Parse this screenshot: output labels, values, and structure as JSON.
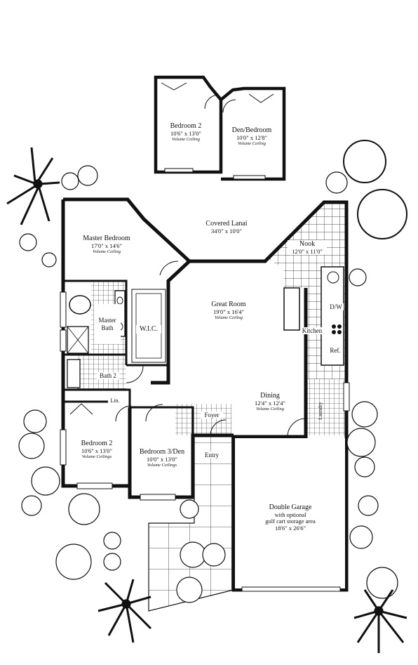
{
  "rooms": {
    "bedroom2_upper": {
      "name": "Bedroom 2",
      "dims": "10'6\" x 13'0\"",
      "note": "Volume Ceiling"
    },
    "den_bedroom": {
      "name": "Den/Bedroom",
      "dims": "10'0\" x 12'8\"",
      "note": "Volume Ceiling"
    },
    "covered_lanai": {
      "name": "Covered Lanai",
      "dims": "34'0\" x 10'0\""
    },
    "master_bedroom": {
      "name": "Master Bedroom",
      "dims": "17'0\" x 14'6\"",
      "note": "Volume Ceiling"
    },
    "nook": {
      "name": "Nook",
      "dims": "12'0\" x 11'0\""
    },
    "great_room": {
      "name": "Great Room",
      "dims": "19'0\" x 16'4\"",
      "note": "Volume Ceiling"
    },
    "master_bath": {
      "name": "Master\nBath"
    },
    "wic": {
      "name": "W.I.C."
    },
    "kitchen": {
      "name": "Kitchen"
    },
    "dw": {
      "name": "D/W"
    },
    "ref": {
      "name": "Ref."
    },
    "bath2": {
      "name": "Bath 2"
    },
    "dining": {
      "name": "Dining",
      "dims": "12'4\" x 12'4\"",
      "note": "Volume Ceiling"
    },
    "laundry": {
      "name": "Laundry"
    },
    "lin": {
      "name": "Lin."
    },
    "foyer": {
      "name": "Foyer"
    },
    "bedroom2_lower": {
      "name": "Bedroom 2",
      "dims": "10'6\" x 13'0\"",
      "note": "Volume Ceilings"
    },
    "bedroom3_den": {
      "name": "Bedroom 3/Den",
      "dims": "10'0\" x 13'0\"",
      "note": "Volume Ceilings"
    },
    "entry": {
      "name": "Entry"
    },
    "garage": {
      "name": "Double Garage",
      "line2": "with optional",
      "line3": "golf cart storage area",
      "dims": "18'6\" x 26'6\""
    }
  }
}
